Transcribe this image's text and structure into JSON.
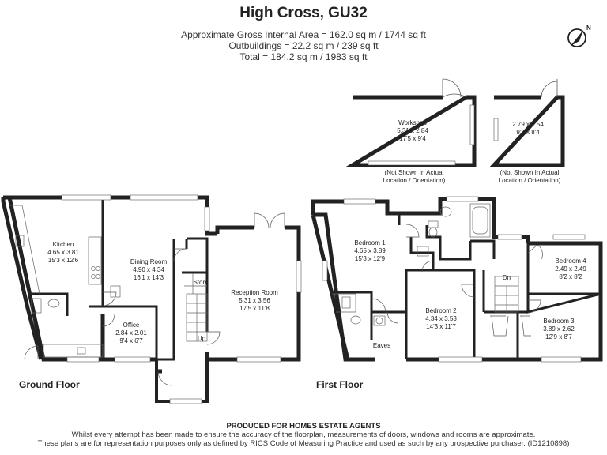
{
  "header": {
    "title": "High Cross, GU32",
    "gross_internal_area": "Approximate Gross Internal Area = 162.0 sq m / 1744 sq ft",
    "outbuildings": "Outbuildings = 22.2 sq m / 239 sq ft",
    "total": "Total = 184.2 sq m / 1983 sq ft"
  },
  "compass": {
    "label": "N"
  },
  "ground_floor": {
    "label": "Ground Floor",
    "rooms": {
      "kitchen": {
        "name": "Kitchen",
        "metric": "4.65 x 3.81",
        "imperial": "15'3 x 12'6"
      },
      "dining": {
        "name": "Dining Room",
        "metric": "4.90 x 4.34",
        "imperial": "16'1 x 14'3"
      },
      "store": {
        "name": "Store"
      },
      "reception": {
        "name": "Reception Room",
        "metric": "5.31 x 3.56",
        "imperial": "17'5 x 11'8"
      },
      "office": {
        "name": "Office",
        "metric": "2.84 x 2.01",
        "imperial": "9'4 x 6'7"
      },
      "stairs": {
        "name": "Up"
      }
    }
  },
  "first_floor": {
    "label": "First Floor",
    "rooms": {
      "bedroom1": {
        "name": "Bedroom 1",
        "metric": "4.65 x 3.89",
        "imperial": "15'3 x 12'9"
      },
      "bedroom2": {
        "name": "Bedroom 2",
        "metric": "4.34 x 3.53",
        "imperial": "14'3 x 11'7"
      },
      "bedroom3": {
        "name": "Bedroom 3",
        "metric": "3.89 x 2.62",
        "imperial": "12'9 x 8'7"
      },
      "bedroom4": {
        "name": "Bedroom 4",
        "metric": "2.49 x 2.49",
        "imperial": "8'2 x 8'2"
      },
      "eaves": {
        "name": "Eaves"
      },
      "stairs": {
        "name": "Dn"
      }
    }
  },
  "outbuildings": {
    "workshop": {
      "name": "Workshop",
      "metric": "5.31 x 2.84",
      "imperial": "17'5 x 9'4",
      "note1": "(Not Shown In Actual",
      "note2": "Location / Orientation)"
    },
    "shed": {
      "metric": "2.79 x 2.54",
      "imperial": "9'2 x 8'4",
      "note1": "(Not Shown In Actual",
      "note2": "Location / Orientation)"
    }
  },
  "footer": {
    "produced_for": "PRODUCED FOR HOMES ESTATE AGENTS",
    "disclaimer1": "Whilst every attempt has been made to ensure the accuracy of the floorplan, measurements of doors, windows and rooms are approximate.",
    "disclaimer2": "These plans are for representation purposes only as defined by RICS Code of Measuring Practice and used as such by any prospective purchaser. (ID1210898)"
  }
}
